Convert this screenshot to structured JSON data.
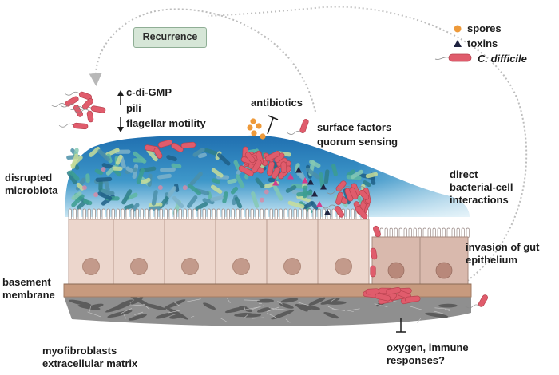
{
  "recurrence_label": "Recurrence",
  "legend": {
    "spores": "spores",
    "toxins": "toxins",
    "cdiff": "C. difficile"
  },
  "labels": {
    "c_di_gmp": "c-di-GMP",
    "pili": "pili",
    "flagellar": "flagellar motility",
    "antibiotics": "antibiotics",
    "surface_factors": "surface factors",
    "quorum_sensing": "quorum sensing",
    "disrupted_1": "disrupted",
    "disrupted_2": "microbiota",
    "direct_1": "direct",
    "direct_2": "bacterial-cell",
    "direct_3": "interactions",
    "invasion_1": "invasion of gut",
    "invasion_2": "epithelium",
    "basement_1": "basement",
    "basement_2": "membrane",
    "myo_1": "myofibroblasts",
    "myo_2": "extracellular matrix",
    "oxygen_1": "oxygen, immune",
    "oxygen_2": "responses?"
  },
  "colors": {
    "cdiff": "#e05c6c",
    "spore": "#ee9a3a",
    "toxin": "#1f2340",
    "mucus_top": "#1f6fb0",
    "mucus_bottom": "#bfe0f1",
    "cell": "#ecd6cc",
    "cell_stroke": "#b89a8e",
    "nucleus": "#c39a8b",
    "basement": "#c79a7e",
    "matrix": "#9a9a9a"
  }
}
